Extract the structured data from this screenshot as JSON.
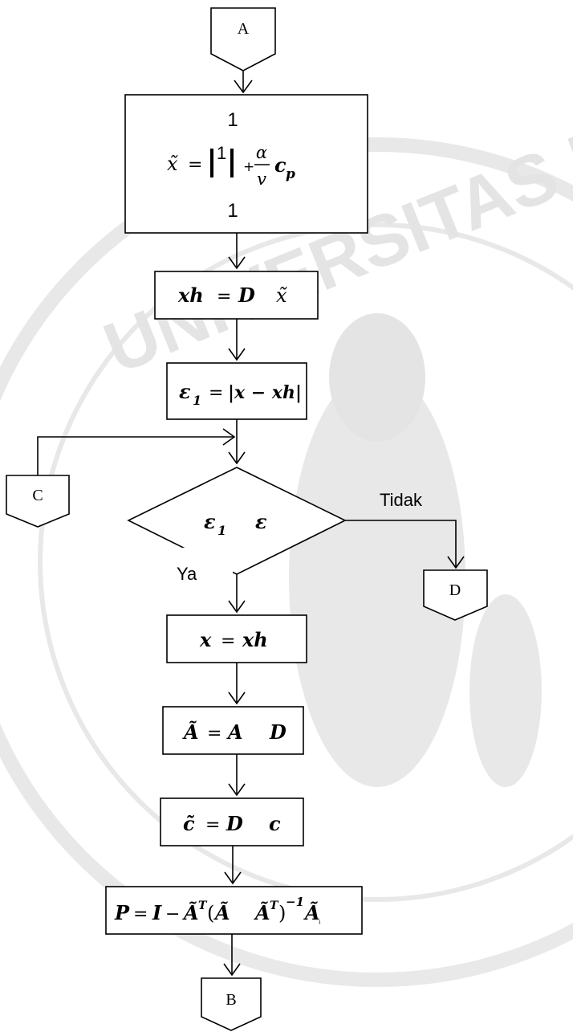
{
  "connectors": {
    "top": "A",
    "left": "C",
    "right": "D",
    "bottom": "B"
  },
  "boxes": {
    "box1": {
      "top_one": "1",
      "x_tilde": "x̃",
      "eq": "=",
      "mid_one": "1",
      "plus": "+",
      "alpha": "α",
      "nu": "v",
      "c": "c",
      "p": "p",
      "bottom_one": "1"
    },
    "box2": {
      "lhs": "xh",
      "eq": "=",
      "D": "D",
      "rhs": "x̃"
    },
    "box3": {
      "eps": "ε",
      "sub": "1",
      "eq": "=",
      "rhs": "|x − xh|"
    },
    "box4": {
      "lhs": "x",
      "eq": "=",
      "rhs": "xh"
    },
    "box5": {
      "lhs": "Ã",
      "eq": "=",
      "A": "A",
      "D": "D"
    },
    "box6": {
      "lhs": "c̃",
      "eq": "=",
      "D": "D",
      "c": "c"
    },
    "box7": {
      "P": "P",
      "eq": "=",
      "I": "I",
      "minus": "−",
      "At": "Ã",
      "T1": "T",
      "open": "(",
      "A2": "Ã",
      "At2": "Ã",
      "T2": "T",
      "close": ")",
      "inv": "−1",
      "A3": "Ã",
      "tail": "ᵢ"
    }
  },
  "decision": {
    "eps1": "ε",
    "sub": "1",
    "eps": "ε"
  },
  "labels": {
    "no": "Tidak",
    "yes": "Ya"
  },
  "watermark": {
    "text": "UNIVERSITAS BRAWIJAYA",
    "color": "#d9d9d9"
  }
}
